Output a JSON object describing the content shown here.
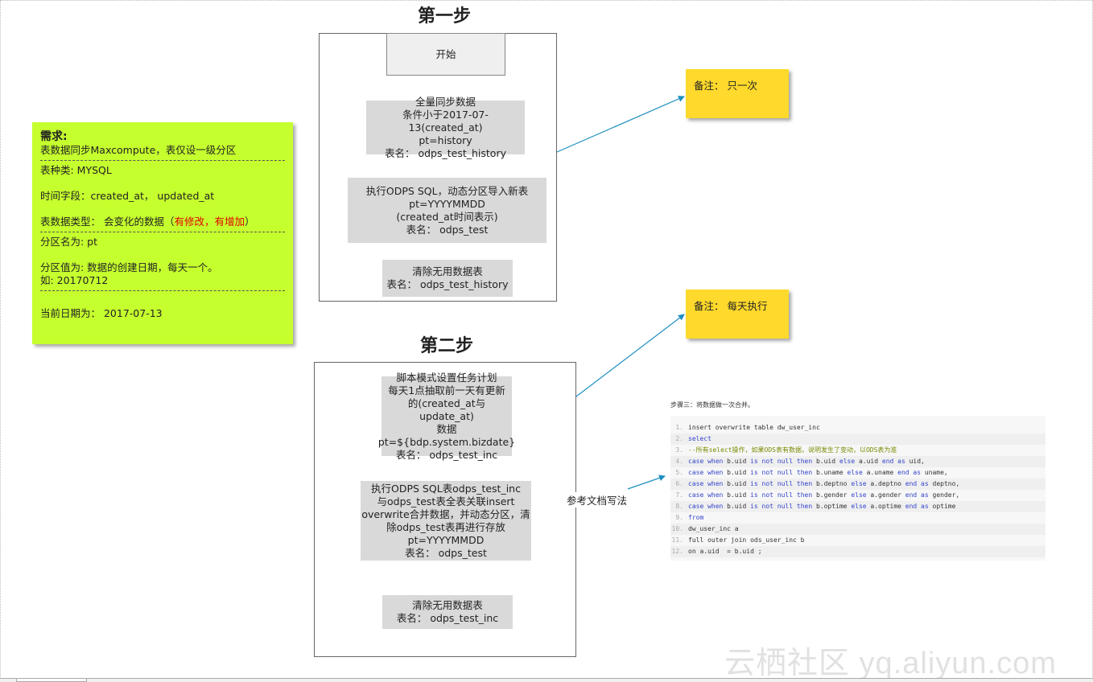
{
  "step1": {
    "heading": "第一步",
    "start": "开始",
    "node1": [
      "全量同步数据",
      "条件小于2017-07-13(created_at)",
      "pt=history",
      "表名： odps_test_history"
    ],
    "node2": [
      "执行ODPS SQL，动态分区导入新表",
      "pt=YYYYMMDD",
      "(created_at时间表示)",
      "表名： odps_test"
    ],
    "node3": [
      "清除无用数据表",
      "表名： odps_test_history"
    ]
  },
  "step2": {
    "heading": "第二步",
    "node1": [
      "脚本模式设置任务计划",
      "每天1点抽取前一天有更新",
      "的(created_at与update_at)",
      "数据",
      "pt=${bdp.system.bizdate}",
      "表名： odps_test_inc"
    ],
    "node2": [
      "执行ODPS SQL表odps_test_inc",
      "与odps_test表全表关联insert",
      "overwrite合并数据，并动态分区，清",
      "除odps_test表再进行存放",
      "pt=YYYYMMDD",
      "表名： odps_test"
    ],
    "node3": [
      "清除无用数据表",
      "表名： odps_test_inc"
    ]
  },
  "requirements": {
    "title": "需求:",
    "line1": "表数据同步Maxcompute，表仅设一级分区",
    "db_type": "表种类: MYSQL",
    "time_fields": "时间字段：created_at， updated_at",
    "data_type_prefix": "表数据类型： 会变化的数据（",
    "data_type_red": "有修改，有增加",
    "data_type_suffix": "）",
    "partition_name": "分区名为: pt",
    "partition_value": "分区值为: 数据的创建日期，每天一个。",
    "example": "如: 20170712",
    "current_date": "当前日期为： 2017-07-13"
  },
  "notes": {
    "note1": "备注： 只一次",
    "note2": "备注： 每天执行"
  },
  "reference_label": "参考文档写法",
  "step3": {
    "title": "步骤三：将数据做一次合并。",
    "lines": [
      {
        "n": "1.",
        "parts": [
          [
            "t",
            "insert overwrite table dw_user_inc"
          ]
        ]
      },
      {
        "n": "2.",
        "parts": [
          [
            "k",
            "select"
          ]
        ]
      },
      {
        "n": "3.",
        "parts": [
          [
            "c",
            "--所有select操作，如果ODS表有数据，说明发生了变动，以ODS表为准"
          ]
        ]
      },
      {
        "n": "4.",
        "parts": [
          [
            "k",
            "case when "
          ],
          [
            "t",
            "b.uid "
          ],
          [
            "k",
            "is not null then "
          ],
          [
            "t",
            "b.uid "
          ],
          [
            "k",
            "else "
          ],
          [
            "t",
            "a.uid "
          ],
          [
            "k",
            "end as "
          ],
          [
            "t",
            "uid,"
          ]
        ]
      },
      {
        "n": "5.",
        "parts": [
          [
            "k",
            "case when "
          ],
          [
            "t",
            "b.uid "
          ],
          [
            "k",
            "is not null then "
          ],
          [
            "t",
            "b.uname "
          ],
          [
            "k",
            "else "
          ],
          [
            "t",
            "a.uname "
          ],
          [
            "k",
            "end as "
          ],
          [
            "t",
            "uname,"
          ]
        ]
      },
      {
        "n": "6.",
        "parts": [
          [
            "k",
            "case when "
          ],
          [
            "t",
            "b.uid "
          ],
          [
            "k",
            "is not null then "
          ],
          [
            "t",
            "b.deptno "
          ],
          [
            "k",
            "else "
          ],
          [
            "t",
            "a.deptno "
          ],
          [
            "k",
            "end as "
          ],
          [
            "t",
            "deptno,"
          ]
        ]
      },
      {
        "n": "7.",
        "parts": [
          [
            "k",
            "case when "
          ],
          [
            "t",
            "b.uid "
          ],
          [
            "k",
            "is not null then "
          ],
          [
            "t",
            "b.gender "
          ],
          [
            "k",
            "else "
          ],
          [
            "t",
            "a.gender "
          ],
          [
            "k",
            "end as "
          ],
          [
            "t",
            "gender,"
          ]
        ]
      },
      {
        "n": "8.",
        "parts": [
          [
            "k",
            "case when "
          ],
          [
            "t",
            "b.uid "
          ],
          [
            "k",
            "is not null then "
          ],
          [
            "t",
            "b.optime "
          ],
          [
            "k",
            "else "
          ],
          [
            "t",
            "a.optime "
          ],
          [
            "k",
            "end as "
          ],
          [
            "t",
            "optime"
          ]
        ]
      },
      {
        "n": "9.",
        "parts": [
          [
            "k",
            "from"
          ]
        ]
      },
      {
        "n": "10.",
        "parts": [
          [
            "t",
            "dw_user_inc a"
          ]
        ]
      },
      {
        "n": "11.",
        "parts": [
          [
            "t",
            "full outer join ods_user_inc b"
          ]
        ]
      },
      {
        "n": "12.",
        "parts": [
          [
            "t",
            "on a.uid  = b.uid ;"
          ]
        ]
      }
    ]
  },
  "watermark": "云栖社区 yq.aliyun.com",
  "colors": {
    "arrow": "#1f8fc0",
    "requirements_bg": "#c6ff2e",
    "note_bg": "#ffd92b",
    "node_bg": "#d9d9d9"
  }
}
